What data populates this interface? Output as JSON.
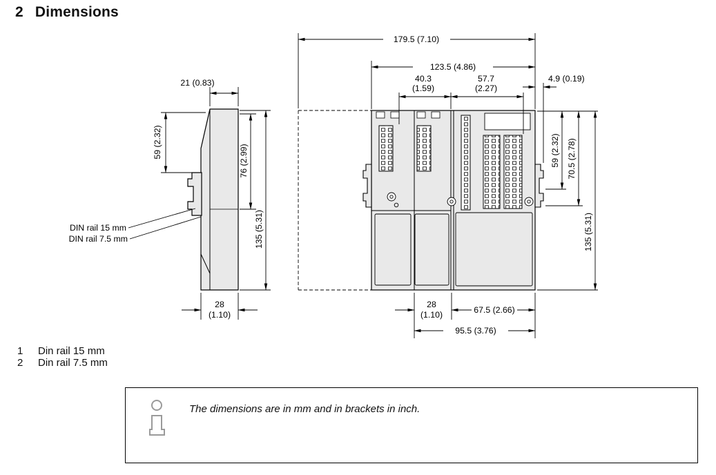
{
  "page": {
    "heading_number": "2",
    "heading_title": "Dimensions"
  },
  "side_view": {
    "dim_top_width": "21 (0.83)",
    "dim_height_59": "59 (2.32)",
    "dim_height_76": "76 (2.99)",
    "dim_height_135": "135 (5.31)",
    "label_din_rail_15": "DIN rail 15 mm",
    "label_din_rail_75": "DIN rail 7.5 mm",
    "dim_depth_28_mm": "28",
    "dim_depth_28_in": "(1.10)"
  },
  "front_view": {
    "dim_width_179": "179.5 (7.10)",
    "dim_width_123": "123.5 (4.86)",
    "dim_width_40_mm": "40.3",
    "dim_width_40_in": "(1.59)",
    "dim_width_57_mm": "57.7",
    "dim_width_57_in": "(2.27)",
    "dim_width_49": "4.9 (0.19)",
    "dim_height_59": "59 (2.32)",
    "dim_height_70": "70.5 (2.78)",
    "dim_height_135": "135 (5.31)",
    "dim_width_28_mm": "28",
    "dim_width_28_in": "(1.10)",
    "dim_width_67": "67.5 (2.66)",
    "dim_width_95": "95.5 (3.76)"
  },
  "legend": {
    "items": [
      {
        "num": "1",
        "label": "Din rail 15 mm"
      },
      {
        "num": "2",
        "label": "Din rail 7.5 mm"
      }
    ]
  },
  "note": {
    "text": "The dimensions are in mm and in brackets in inch."
  },
  "colors": {
    "module_fill": "#e9e9e9",
    "icon_gray": "#9a9a9a"
  }
}
